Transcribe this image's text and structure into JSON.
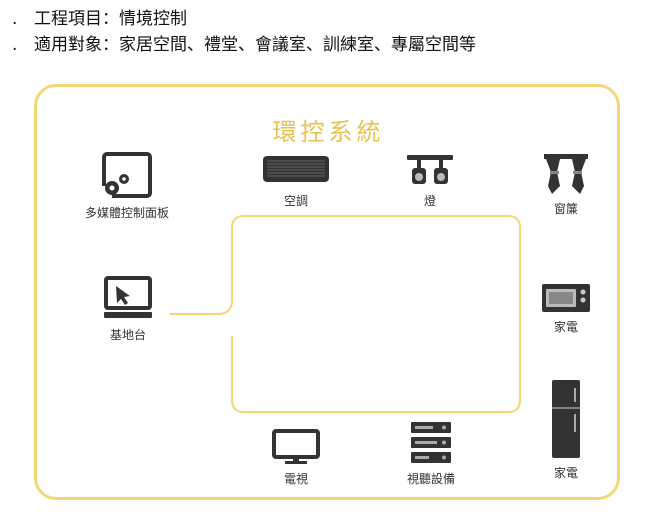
{
  "header": {
    "line1": "工程項目：情境控制",
    "line2": "適用對象：家居空間、禮堂、會議室、訓練室、專屬空間等",
    "bullet": "."
  },
  "diagram": {
    "title": "環控系統",
    "accent_color": "#f3d675",
    "title_color": "#e7c24e",
    "nodes": {
      "multimedia_panel": {
        "label": "多媒體控制面板",
        "icon": "control-panel-icon"
      },
      "base_station": {
        "label": "基地台",
        "icon": "computer-icon"
      },
      "air_conditioner": {
        "label": "空調",
        "icon": "air-conditioner-icon"
      },
      "lights": {
        "label": "燈",
        "icon": "spotlight-icon"
      },
      "curtains": {
        "label": "窗簾",
        "icon": "curtain-icon"
      },
      "appliance_microwave": {
        "label": "家電",
        "icon": "microwave-icon"
      },
      "tv": {
        "label": "電視",
        "icon": "tv-icon"
      },
      "av_equipment": {
        "label": "視聽設備",
        "icon": "av-equipment-icon"
      },
      "appliance_fridge": {
        "label": "家電",
        "icon": "refrigerator-icon"
      }
    }
  }
}
